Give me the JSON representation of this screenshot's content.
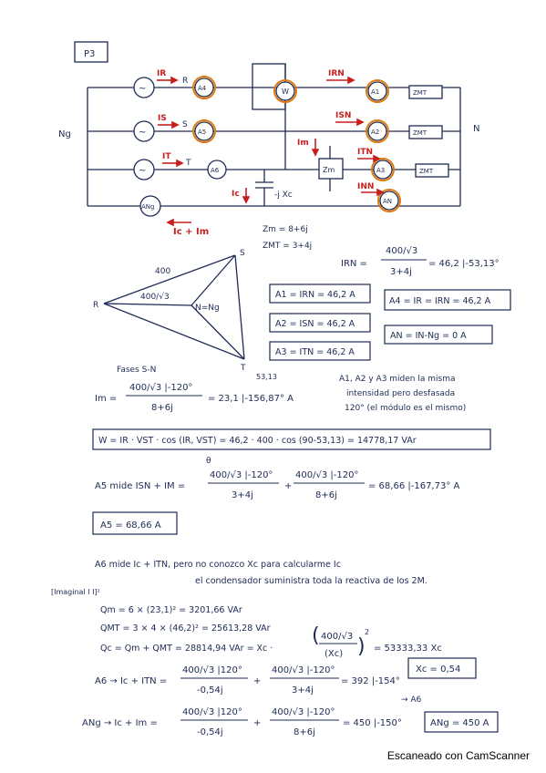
{
  "scanner_label": "Escaneado con CamScanner",
  "circuit": {
    "problem_label": "P3",
    "node_left": "Ng",
    "node_right": "N",
    "currents": {
      "ir": "IR",
      "is": "IS",
      "it": "IT",
      "irn": "IRN",
      "isn": "ISN",
      "itn": "ITN",
      "im": "Im",
      "ic": "Ic",
      "innn": "INN",
      "ic_im": "Ic + Im"
    },
    "phase_labels": {
      "r": "R",
      "s": "S",
      "t": "T"
    },
    "meters": {
      "a4": "A4",
      "a5": "A5",
      "a6": "A6",
      "ang": "ANg",
      "w": "W",
      "a1": "A1",
      "a2": "A2",
      "a3": "A3",
      "an": "AN"
    },
    "impedances": {
      "zmt": "ZMT",
      "zm": "Zm"
    },
    "capacitor_label": "-j Xc"
  },
  "given": {
    "zm": "Zm = 8+6j",
    "zmt": "ZMT = 3+4j"
  },
  "phasor": {
    "len_full": "400",
    "len_phase": "400/√3",
    "r": "R",
    "s": "S",
    "t": "T",
    "n_ng": "N=Ng",
    "angle": "53,13",
    "note": "Fases S-N"
  },
  "eq": {
    "irn_lhs": "IRN =",
    "irn_num": "400/√3",
    "irn_den": "3+4j",
    "irn_res": "= 46,2 |-53,13°",
    "box_a1": "A1 = IRN = 46,2 A",
    "box_a2": "A2 = ISN = 46,2 A",
    "box_a3": "A3 = ITN = 46,2 A",
    "box_a4": "A4 = IR = IRN = 46,2 A",
    "box_an": "AN = IN-Ng = 0 A",
    "note1": "A1, A2 y A3 miden la misma",
    "note2": "intensidad pero desfasada",
    "note3": "120° (el módulo es el mismo)",
    "im_lhs": "Im =",
    "im_num": "400/√3 |-120°",
    "im_den": "8+6j",
    "im_res": "= 23,1 |-156,87° A",
    "w_box": "W = IR · VST · cos (IR, VST) = 46,2 · 400 · cos (90-53,13) = 14778,17 VAr",
    "theta": "θ",
    "a5_lhs": "A5 mide ISN + IM =",
    "a5_n1": "400/√3 |-120°",
    "a5_d1": "3+4j",
    "a5_plus": "+",
    "a5_n2": "400/√3 |-120°",
    "a5_d2": "8+6j",
    "a5_res": "= 68,66 |-167,73° A",
    "a5_box": "A5 = 68,66 A",
    "a6_text": "A6 mide Ic + ITN, pero no conozco Xc para calcularme Ic",
    "a6_text2": "el condensador suministra toda la reactiva de los 2M.",
    "imag_label": "[Imaginal I I]²",
    "qm": "Qm = 6 × (23,1)² = 3201,66 VAr",
    "qmt": "QMT = 3 × 4 × (46,2)² = 25613,28 VAr",
    "qc_lhs": "Qc = Qm + QMT = 28814,94 VAr = Xc ·",
    "qc_frac_num": "400/√3",
    "qc_frac_den": "(Xc)",
    "qc_sq": "2",
    "qc_res": "= 53333,33 Xc",
    "xc_box": "Xc = 0,54",
    "a6_lhs": "A6 → Ic + ITN =",
    "a6_n1": "400/√3 |120°",
    "a6_d1": "-0,54j",
    "a6_plus": "+",
    "a6_n2": "400/√3 |-120°",
    "a6_d2": "3+4j",
    "a6_res": "= 392 |-154°",
    "a6_arrow": "→ A6",
    "ang_lhs": "ANg → Ic + Im =",
    "ang_n1": "400/√3 |120°",
    "ang_d1": "-0,54j",
    "ang_plus": "+",
    "ang_n2": "400/√3 |-120°",
    "ang_d2": "8+6j",
    "ang_res": "= 450 |-150°",
    "ang_box": "ANg = 450 A"
  },
  "colors": {
    "ink": "#1d2a55",
    "red": "#c81e1e",
    "orange": "#e07a10"
  }
}
